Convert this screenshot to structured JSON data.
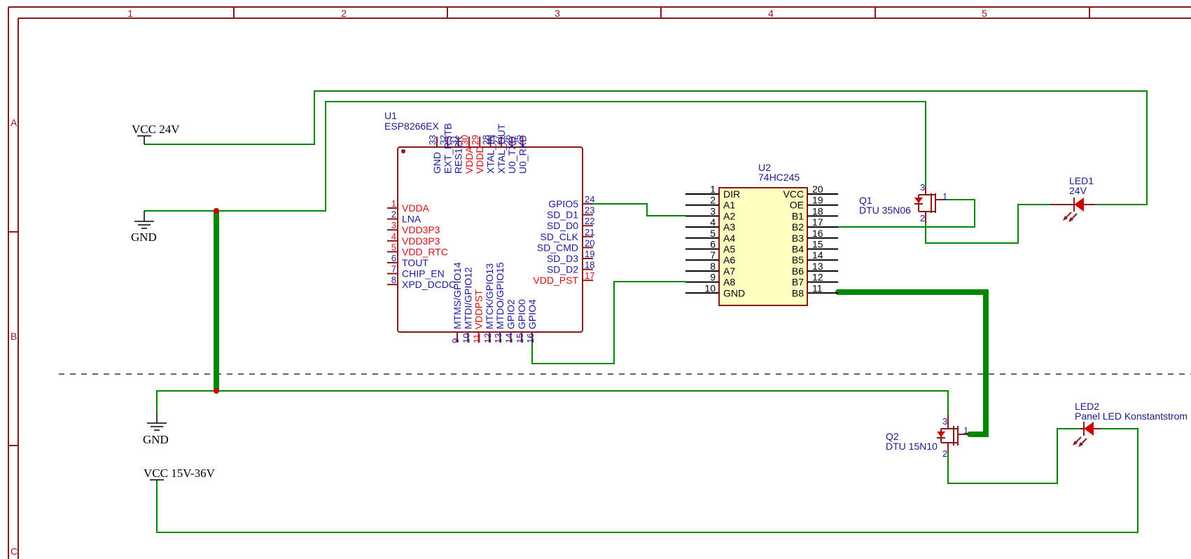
{
  "frame": {
    "columns": [
      "1",
      "2",
      "3",
      "4",
      "5"
    ],
    "rows": [
      "A",
      "B",
      "C"
    ]
  },
  "power": {
    "vcc24": "VCC 24V",
    "gnd1": "GND",
    "gnd2": "GND",
    "vcc15": "VCC 15V-36V"
  },
  "u1": {
    "ref": "U1",
    "value": "ESP8266EX",
    "left_pins": [
      {
        "num": "1",
        "name": "VDDA",
        "color": "red"
      },
      {
        "num": "2",
        "name": "LNA",
        "color": "blue"
      },
      {
        "num": "3",
        "name": "VDD3P3",
        "color": "red"
      },
      {
        "num": "4",
        "name": "VDD3P3",
        "color": "red"
      },
      {
        "num": "5",
        "name": "VDD_RTC",
        "color": "red"
      },
      {
        "num": "6",
        "name": "TOUT",
        "color": "blue"
      },
      {
        "num": "7",
        "name": "CHIP_EN",
        "color": "blue"
      },
      {
        "num": "8",
        "name": "XPD_DCDC",
        "color": "blue"
      }
    ],
    "right_pins": [
      {
        "num": "24",
        "name": "GPIO5",
        "color": "blue"
      },
      {
        "num": "23",
        "name": "SD_D1",
        "color": "blue"
      },
      {
        "num": "22",
        "name": "SD_D0",
        "color": "blue"
      },
      {
        "num": "21",
        "name": "SD_CLK",
        "color": "blue"
      },
      {
        "num": "20",
        "name": "SD_CMD",
        "color": "blue"
      },
      {
        "num": "19",
        "name": "SD_D3",
        "color": "blue"
      },
      {
        "num": "18",
        "name": "SD_D2",
        "color": "blue"
      },
      {
        "num": "17",
        "name": "VDD_PST",
        "color": "red"
      }
    ],
    "top_pins": [
      {
        "num": "33",
        "name": "GND",
        "color": "blue"
      },
      {
        "num": "32",
        "name": "EXT_RSTB",
        "color": "blue"
      },
      {
        "num": "31",
        "name": "RES12K",
        "color": "blue"
      },
      {
        "num": "30",
        "name": "VDDA",
        "color": "red"
      },
      {
        "num": "29",
        "name": "VDDD",
        "color": "red"
      },
      {
        "num": "28",
        "name": "XTAL_IN",
        "color": "blue"
      },
      {
        "num": "27",
        "name": "XTAL_OUT",
        "color": "blue"
      },
      {
        "num": "26",
        "name": "U0_TXD",
        "color": "blue"
      },
      {
        "num": "25",
        "name": "U0_RXD",
        "color": "blue"
      }
    ],
    "bottom_pins": [
      {
        "num": "9",
        "name": "MTMS/GPIO14",
        "color": "blue"
      },
      {
        "num": "10",
        "name": "MTDI/GPIO12",
        "color": "blue"
      },
      {
        "num": "11",
        "name": "VDDPST",
        "color": "red"
      },
      {
        "num": "12",
        "name": "MTCK/GPIO13",
        "color": "blue"
      },
      {
        "num": "13",
        "name": "MTDO/GPIO15",
        "color": "blue"
      },
      {
        "num": "14",
        "name": "GPIO2",
        "color": "blue"
      },
      {
        "num": "15",
        "name": "GPIO0",
        "color": "blue"
      },
      {
        "num": "16",
        "name": "GPIO4",
        "color": "blue"
      }
    ]
  },
  "u2": {
    "ref": "U2",
    "value": "74HC245",
    "left_pins": [
      {
        "num": "1",
        "name": "DIR"
      },
      {
        "num": "2",
        "name": "A1"
      },
      {
        "num": "3",
        "name": "A2"
      },
      {
        "num": "4",
        "name": "A3"
      },
      {
        "num": "5",
        "name": "A4"
      },
      {
        "num": "6",
        "name": "A5"
      },
      {
        "num": "7",
        "name": "A6"
      },
      {
        "num": "8",
        "name": "A7"
      },
      {
        "num": "9",
        "name": "A8"
      },
      {
        "num": "10",
        "name": "GND"
      }
    ],
    "right_pins": [
      {
        "num": "20",
        "name": "VCC"
      },
      {
        "num": "19",
        "name": "OE"
      },
      {
        "num": "18",
        "name": "B1"
      },
      {
        "num": "17",
        "name": "B2"
      },
      {
        "num": "16",
        "name": "B3"
      },
      {
        "num": "15",
        "name": "B4"
      },
      {
        "num": "14",
        "name": "B5"
      },
      {
        "num": "13",
        "name": "B6"
      },
      {
        "num": "12",
        "name": "B7"
      },
      {
        "num": "11",
        "name": "B8"
      }
    ]
  },
  "q1": {
    "ref": "Q1",
    "value": "DTU 35N06",
    "pins": [
      "3",
      "1",
      "2"
    ]
  },
  "q2": {
    "ref": "Q2",
    "value": "DTU 15N10",
    "pins": [
      "3",
      "1",
      "2"
    ]
  },
  "led1": {
    "ref": "LED1",
    "value": "24V"
  },
  "led2": {
    "ref": "LED2",
    "value": "Panel LED Konstantstrom"
  },
  "colors": {
    "wire": "#008800",
    "frame": "#8a1a1a",
    "pin_name_blue": "#1a1aa0",
    "pin_name_red": "#d01010",
    "u2_fill": "#ffffc0",
    "junction": "#cc0000"
  }
}
